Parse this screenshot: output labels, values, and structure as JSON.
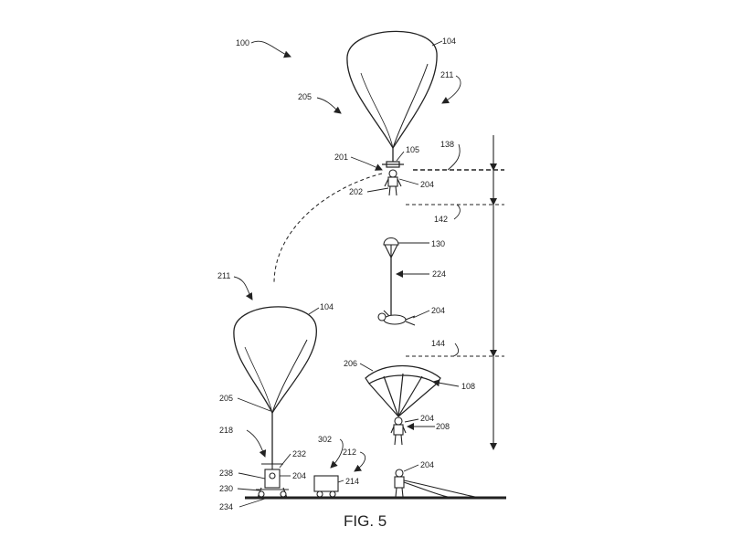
{
  "figure": {
    "caption": "FIG. 5",
    "refs": {
      "system": "100",
      "balloon_top": "104",
      "balloon_left": "104",
      "stage_205_top": "205",
      "stage_205_left": "205",
      "stage_211_top": "211",
      "stage_211_left": "211",
      "ref_201": "201",
      "ref_105": "105",
      "ref_202": "202",
      "person_top": "204",
      "person_freefall": "204",
      "person_canopy": "204",
      "person_ground": "204",
      "person_gondola": "204",
      "alt_138": "138",
      "alt_142": "142",
      "alt_144": "144",
      "drogue": "130",
      "tether": "224",
      "canopy_edge": "206",
      "canopy": "108",
      "ref_208": "208",
      "tether_left": "218",
      "ref_232": "232",
      "ref_238": "238",
      "ref_230": "230",
      "ref_234": "234",
      "ref_302": "302",
      "ref_212": "212",
      "ref_214": "214"
    }
  }
}
